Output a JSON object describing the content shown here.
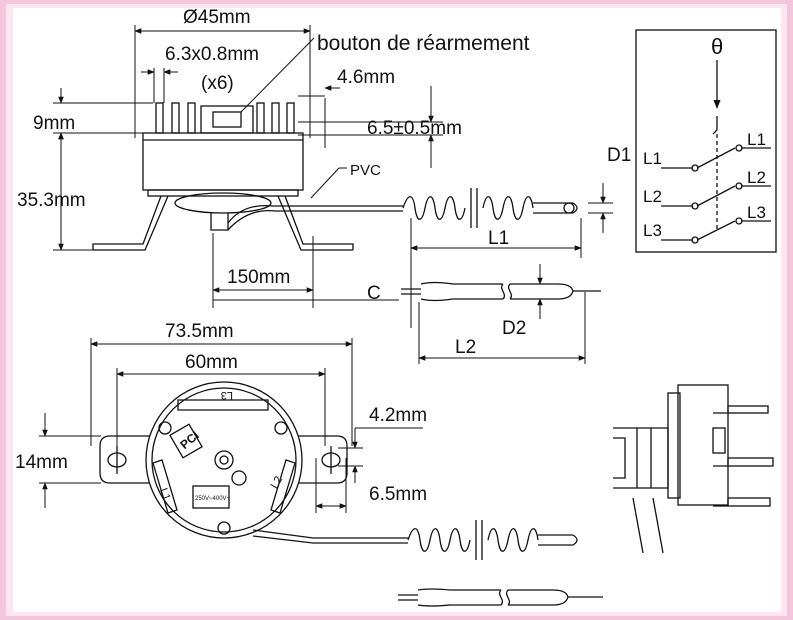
{
  "labels": {
    "diameter": "Ø45mm",
    "tab_size": "6.3x0.8mm",
    "tab_count": "(x6)",
    "reset_button": "bouton de réarmement",
    "tab_offset": "4.6mm",
    "tab_height": "6.5±0.5mm",
    "top_height": "9mm",
    "body_height": "35.3mm",
    "pvc": "PVC",
    "d1": "D1",
    "l1_dim": "L1",
    "cable_len": "150mm",
    "c": "C",
    "d2": "D2",
    "l2_dim": "L2",
    "width_total": "73.5mm",
    "hole_spacing": "60mm",
    "mount_height": "14mm",
    "hole_dia": "4.2mm",
    "slot_width": "6.5mm"
  },
  "schematic": {
    "theta": "θ",
    "left": [
      "L1",
      "L2",
      "L3"
    ],
    "right": [
      "L1",
      "L2",
      "L3"
    ]
  },
  "face_markings": {
    "l3": "L3",
    "l1": "L1",
    "l2": "L2",
    "logo": "PCI",
    "rating": "250V~400V~"
  },
  "colors": {
    "border": "#f3c6dc",
    "ink": "#111111",
    "background": "#ffffff"
  }
}
